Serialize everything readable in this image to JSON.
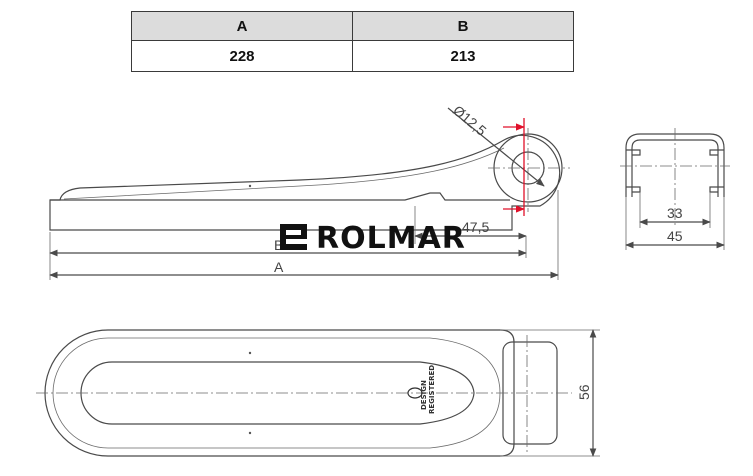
{
  "table": {
    "headers": [
      "A",
      "B"
    ],
    "values": [
      "228",
      "213"
    ]
  },
  "side_view": {
    "diameter_label": "Ø12,5",
    "offset_label": "47,5",
    "dim_b_label": "B",
    "dim_a_label": "A"
  },
  "section_view": {
    "inner_width_label": "33",
    "outer_width_label": "45"
  },
  "top_view": {
    "height_label": "56",
    "stamp_line1": "DESIGN",
    "stamp_line2": "REGISTERED"
  },
  "logo": {
    "text": "ROLMAR"
  },
  "colors": {
    "line": "#4a4a4a",
    "marker": "#e0102a",
    "header_bg": "#dcdcdc"
  }
}
